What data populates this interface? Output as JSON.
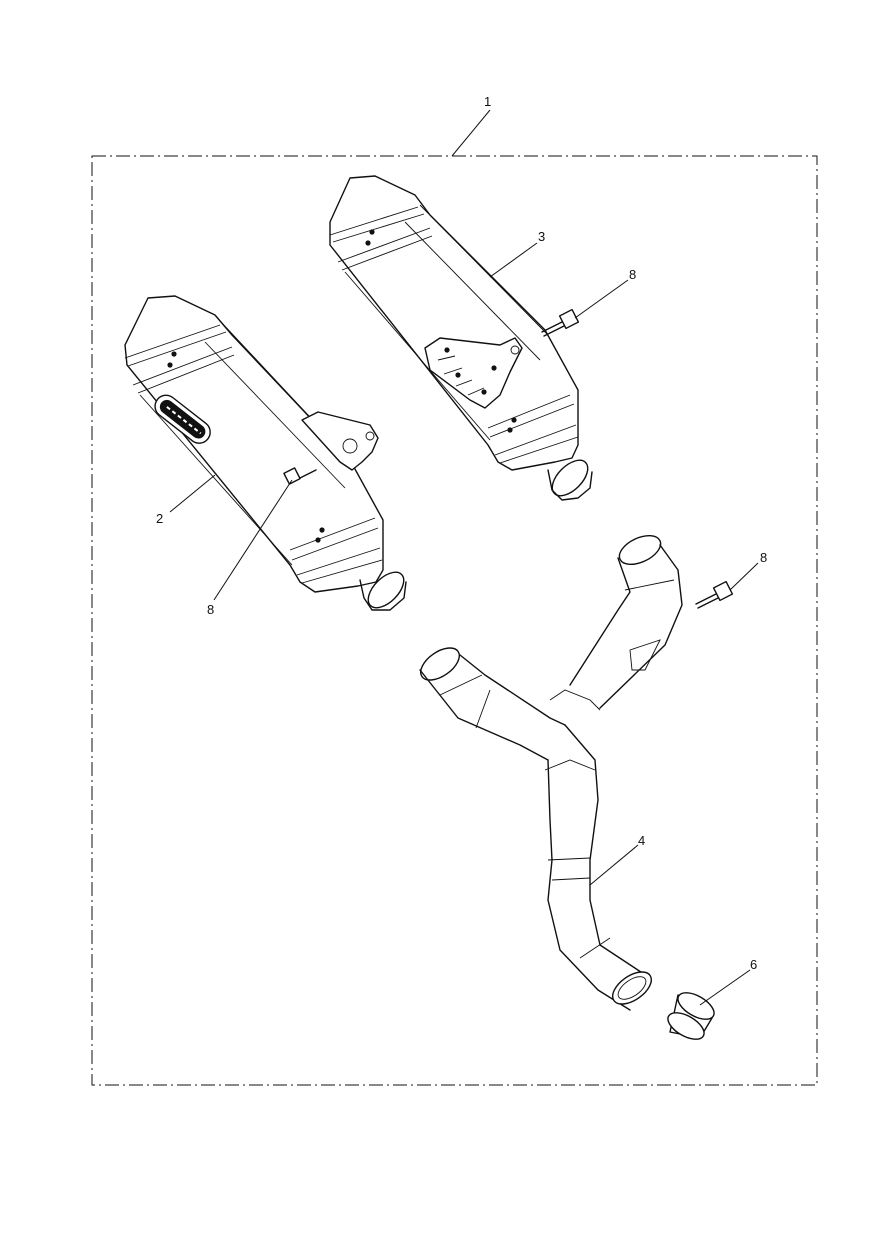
{
  "callouts": [
    {
      "id": "1",
      "label": "1"
    },
    {
      "id": "2",
      "label": "2"
    },
    {
      "id": "3",
      "label": "3"
    },
    {
      "id": "4",
      "label": "4"
    },
    {
      "id": "6",
      "label": "6"
    },
    {
      "id": "8a",
      "label": "8"
    },
    {
      "id": "8b",
      "label": "8"
    },
    {
      "id": "8c",
      "label": "8"
    }
  ],
  "parts": {
    "kit_boundary": "kit-outline",
    "silencer_left": "silencer",
    "silencer_right": "silencer",
    "link_pipe": "y-link-pipe",
    "sleeve": "sleeve",
    "bolt": "bolt"
  },
  "colors": {
    "line": "#111111",
    "background": "#ffffff"
  }
}
